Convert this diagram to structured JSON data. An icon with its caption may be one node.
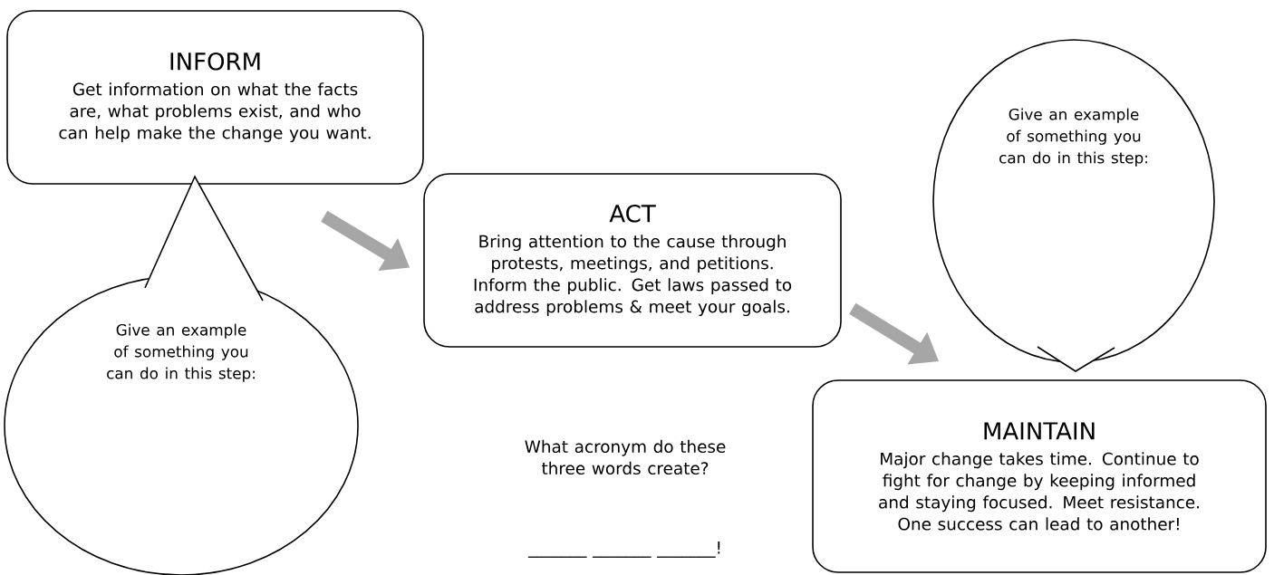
{
  "diagram": {
    "nodes": [
      {
        "text": [
          "INFORM",
          "Get information on what the facts are, what problems exist, and who can help make the change you want."
        ]
      },
      {
        "text": [
          "Give an example of something you can do in this step:"
        ]
      },
      {
        "text": [
          "ACT",
          "Bring attention to the cause through protests, meetings, and petitions. Inform the public. Get laws passed to address problems & meet your goals."
        ]
      },
      {
        "text": [
          "Give an example of something you can do in this step:"
        ]
      },
      {
        "text": [
          "MAINTAIN",
          "Major change takes time. Continue to fight for change by keeping informed and staying focused. Meet resistance. One success can lead to another!"
        ]
      }
    ],
    "edges": [
      {
        "from": 0,
        "to": 2,
        "arrow": "to"
      },
      {
        "from": 2,
        "to": 4,
        "arrow": "to"
      }
    ],
    "labels": [
      "What acronym do these three words create?",
      "_______ _______ _______!"
    ]
  }
}
